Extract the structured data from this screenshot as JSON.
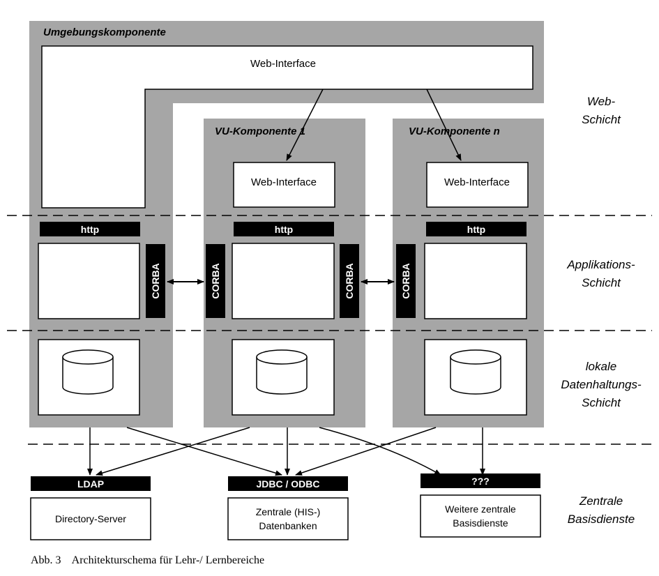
{
  "components": {
    "umgebung_title": "Umgebungskomponente",
    "umgebung_web": "Web-Interface",
    "vu1_title": "VU-Komponente 1",
    "vun_title": "VU-Komponente n",
    "vu_web": "Web-Interface",
    "http": "http",
    "corba": "CORBA"
  },
  "layers": {
    "web": [
      "Web-",
      "Schicht"
    ],
    "app": [
      "Applikations-",
      "Schicht"
    ],
    "local": [
      "lokale",
      "Datenhaltungs-",
      "Schicht"
    ],
    "central": [
      "Zentrale",
      "Basisdienste"
    ]
  },
  "services": {
    "ldap": "LDAP",
    "ldap_box": [
      "Directory-Server"
    ],
    "jdbc": "JDBC / ODBC",
    "jdbc_box": [
      "Zentrale (HIS-)",
      "Datenbanken"
    ],
    "other": "???",
    "other_box": [
      "Weitere zentrale",
      "Basisdienste"
    ]
  },
  "caption": "Abb. 3    Architekturschema für Lehr-/ Lernbereiche"
}
